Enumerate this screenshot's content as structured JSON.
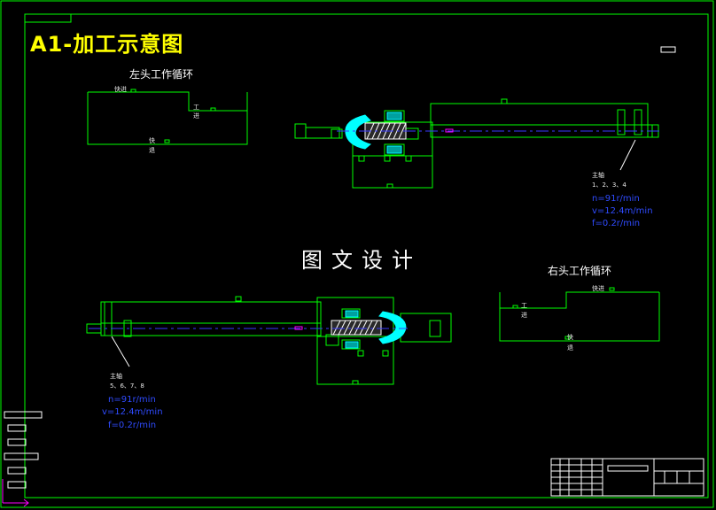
{
  "title": "A1-加工示意图",
  "center_label": "图文设计",
  "left_cycle": {
    "title": "左头工作循环",
    "fast_in": "快进",
    "work_1": "工",
    "work_2": "进",
    "fast_out_1": "快",
    "fast_out_2": "退"
  },
  "right_cycle": {
    "title": "右头工作循环",
    "fast_in": "快进",
    "work_1": "工",
    "work_2": "进",
    "fast_out_1": "快",
    "fast_out_2": "退"
  },
  "top_spindle": {
    "label": "主轴",
    "numbers": "1、2、3、4",
    "n": "n=91r/min",
    "v": "v=12.4m/min",
    "f": "f=0.2r/min"
  },
  "bottom_spindle": {
    "label": "主轴",
    "numbers": "5、6、7、8",
    "n": "n=91r/min",
    "v": "v=12.4m/min",
    "f": "f=0.2r/min"
  },
  "colors": {
    "frame": "#00ff00",
    "title": "#ffff00",
    "text": "#ffffff",
    "spindle_text": "#2f4bff",
    "hatch": "#00ffff",
    "axis": "#3a3aff",
    "axis_marker": "#ff00ff"
  }
}
